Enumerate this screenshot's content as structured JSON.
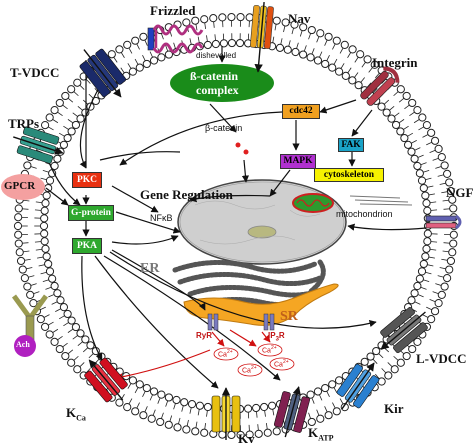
{
  "membrane": {
    "channels": {
      "nav": "Nav",
      "frizzled": "Frizzled",
      "integrin": "Integrin",
      "t_vdcc": "T-VDCC",
      "trps": "TRPs",
      "gpcr": "GPCR",
      "ngf": "NGF",
      "ach": "Ach",
      "l_vdcc": "L-VDCC",
      "kir": "Kir",
      "kca_main": "K",
      "kca_sub": "Ca",
      "kv": "Kv",
      "katp_main": "K",
      "katp_sub": "ATP"
    }
  },
  "signaling": {
    "dishevelled": "dishevelled",
    "beta_catenin_complex_line1": "ß-catenin",
    "beta_catenin_complex_line2": "complex",
    "beta_catenin": "β-catenin",
    "cdc42": "cdc42",
    "fak": "FAK",
    "cytoskeleton": "cytoskeleton",
    "mitochondrion": "mitochondrion",
    "mapk": "MAPK",
    "pkc": "PKC",
    "g_protein": "G-protein",
    "pka": "PKA",
    "gene_regulation": "Gene Regulation",
    "nfkb": "NFκB",
    "er": "ER",
    "sr": "SR",
    "ryr": "RyR",
    "ip3r_main": "IP",
    "ip3r_sub": "3",
    "ip3r_end": "R",
    "ca_main": "Ca",
    "ca_sup": "2+"
  },
  "colors": {
    "membrane_head": "#ffffff",
    "membrane_stroke": "#222222",
    "beta_catenin_ellipse": "#1a8c1a",
    "cdc42_box": "#f0a020",
    "fak_box": "#1aa3c8",
    "cytoskeleton_box": "#f6f200",
    "mapk_box": "#b030d0",
    "pkc_box": "#e83010",
    "g_protein_box": "#2ea82e",
    "pka_box": "#2ea82e",
    "gpcr_ellipse": "#f4a0a0",
    "sr_shape": "#f5a623",
    "nucleus": "#cfcfcf",
    "ca_arrow": "#d01010"
  }
}
